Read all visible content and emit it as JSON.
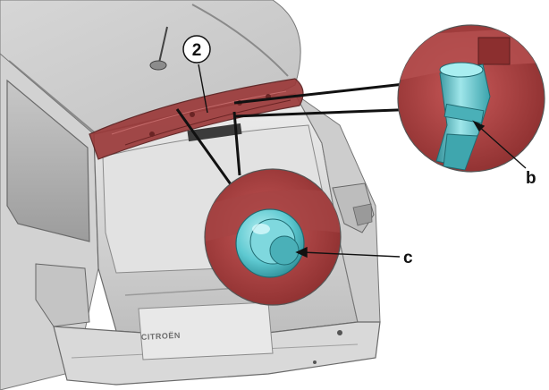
{
  "diagram": {
    "callouts": [
      {
        "id": "part-2",
        "label": "2"
      },
      {
        "id": "detail-b",
        "label": "b"
      },
      {
        "id": "detail-c",
        "label": "c"
      }
    ],
    "vehicle_badge": "CITROËN",
    "colors": {
      "highlight": "#9b3a3a",
      "detail_bg": "#b04848",
      "component": "#5ec9d1",
      "body_light": "#e4e4e4",
      "body_mid": "#c9c9c9",
      "glass": "#a7a7a7",
      "outline": "#555555"
    }
  }
}
